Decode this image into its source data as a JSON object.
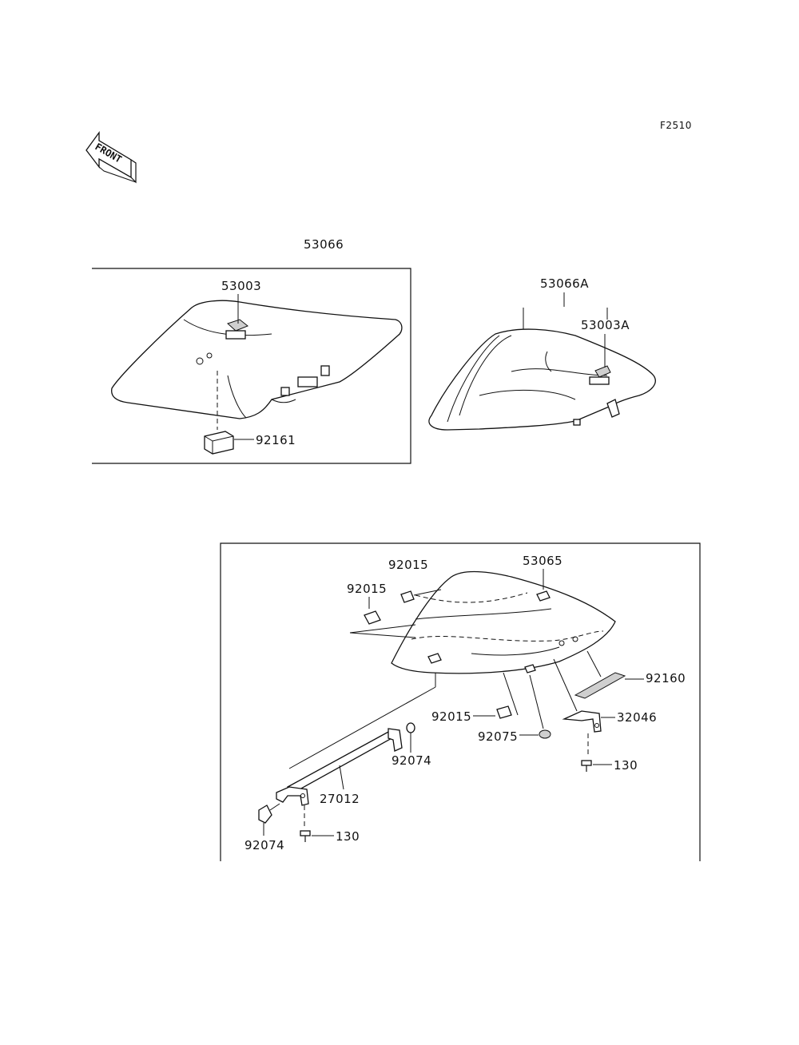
{
  "diagram": {
    "ref_code": "F2510",
    "front_label": "FRONT",
    "labels": {
      "seat_assembly": "53066",
      "strap_front": "53003",
      "damper": "92161",
      "pillion_seat": "53066A",
      "strap_rear": "53003A",
      "clip_top": "92015",
      "clip_left": "92015",
      "cover": "53065",
      "clip_bottom": "92015",
      "pad": "92160",
      "grommet": "92075",
      "bracket": "32046",
      "bolt_right": "130",
      "stay": "27012",
      "cap_right": "92074",
      "cap_left": "92074",
      "bolt_left": "130"
    }
  }
}
